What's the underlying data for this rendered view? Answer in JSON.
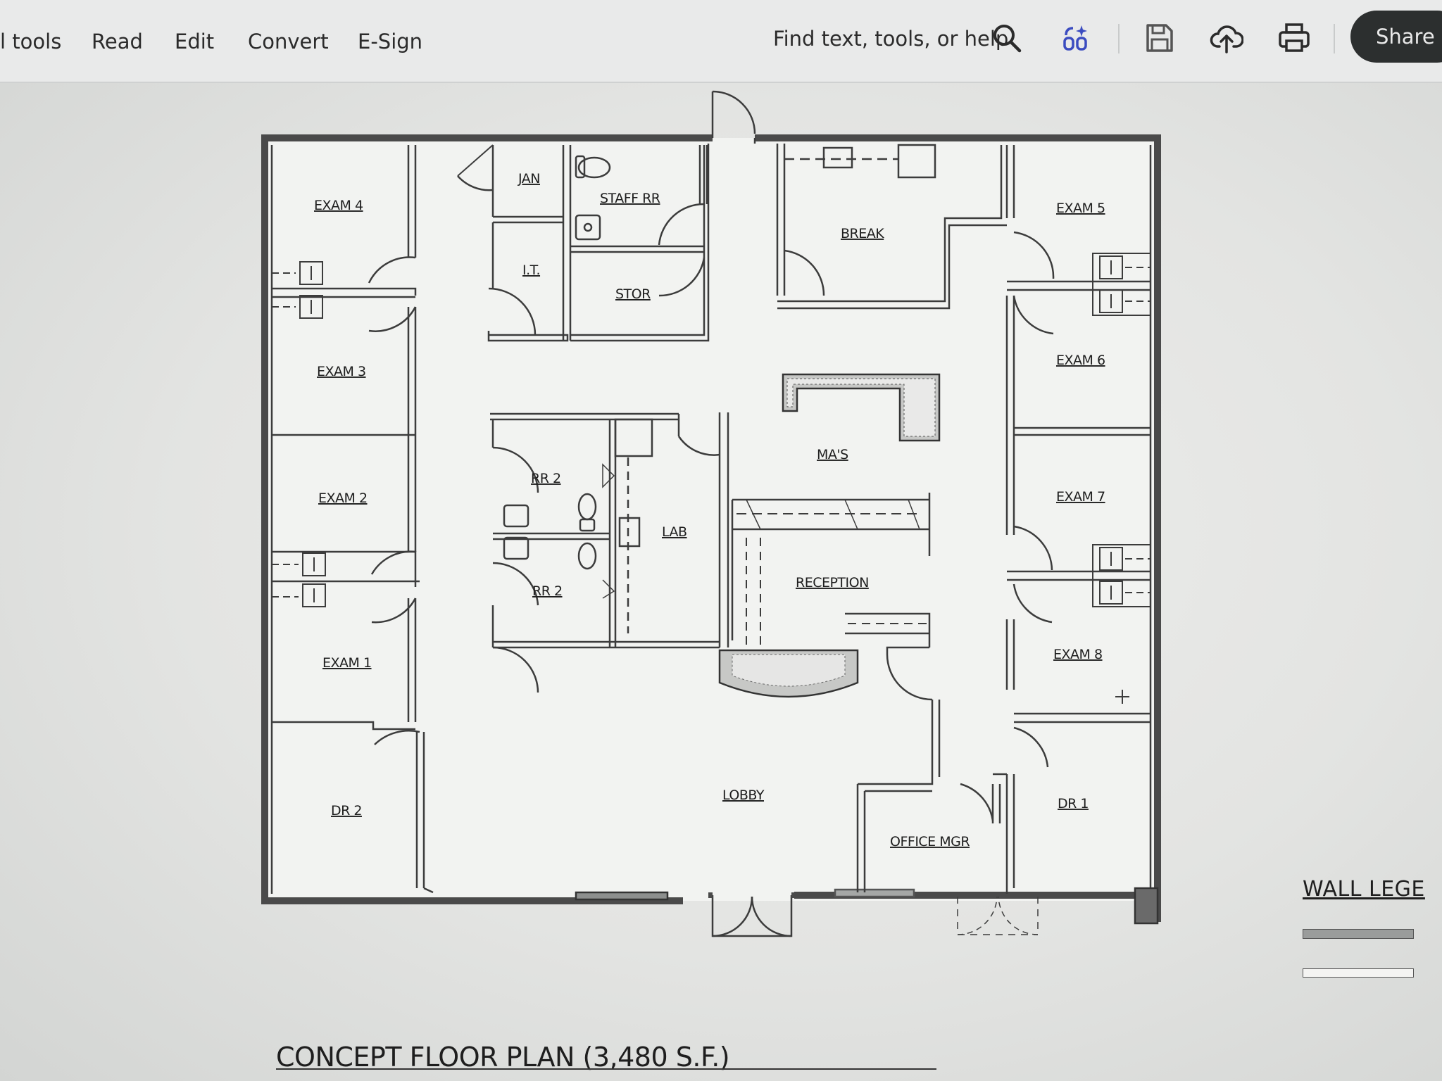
{
  "toolbar": {
    "menu": [
      "l tools",
      "Read",
      "Edit",
      "Convert",
      "E-Sign"
    ],
    "search_text": "Find text, tools, or help",
    "share_label": "Share",
    "icons": [
      "search-icon",
      "ai-assistant-icon",
      "save-icon",
      "cloud-upload-icon",
      "print-icon"
    ]
  },
  "floor_plan": {
    "title": "CONCEPT FLOOR PLAN  (3,480 S.F.)",
    "rooms": {
      "exam4": "EXAM 4",
      "exam3": "EXAM 3",
      "exam2": "EXAM 2",
      "exam1": "EXAM 1",
      "dr2": "DR 2",
      "jan": "JAN",
      "it": "I.T.",
      "staff_rr": "STAFF RR",
      "stor": "STOR",
      "break": "BREAK",
      "exam5": "EXAM 5",
      "exam6": "EXAM 6",
      "exam7": "EXAM 7",
      "exam8": "EXAM 8",
      "dr1": "DR 1",
      "mas": "MA'S",
      "rr2_top": "RR 2",
      "rr2_bottom": "RR 2",
      "lab": "LAB",
      "reception": "RECEPTION",
      "lobby": "LOBBY",
      "office_mgr": "OFFICE MGR"
    }
  },
  "legend": {
    "title": "WALL LEGE"
  }
}
